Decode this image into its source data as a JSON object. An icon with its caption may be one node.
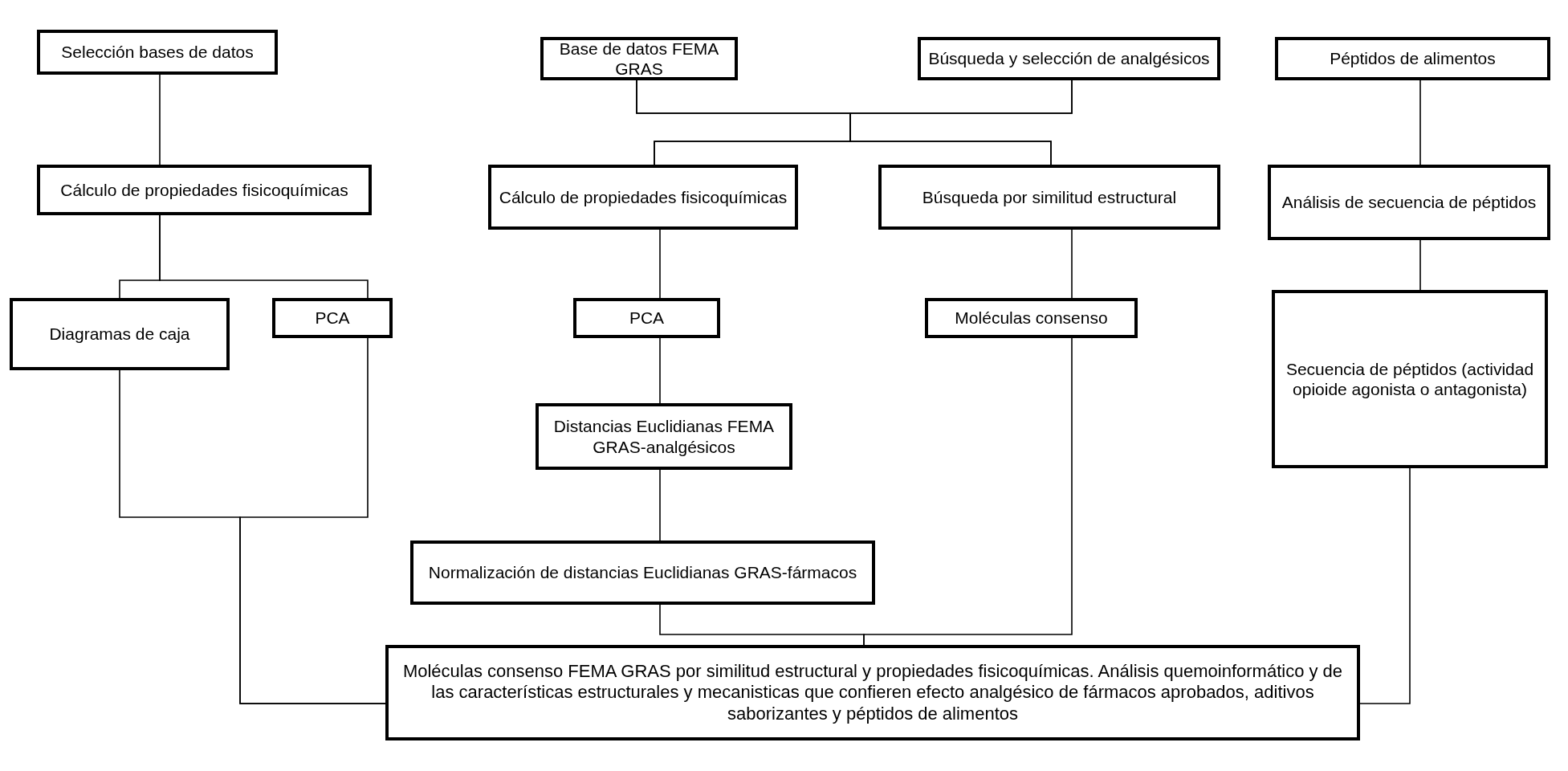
{
  "diagram": {
    "nodes": [
      {
        "text": [
          "Selección bases de datos"
        ]
      },
      {
        "text": [
          "Base de datos FEMA GRAS"
        ]
      },
      {
        "text": [
          "Búsqueda y selección de analgésicos"
        ]
      },
      {
        "text": [
          "Péptidos de alimentos"
        ]
      },
      {
        "text": [
          "Cálculo de propiedades fisicoquímicas"
        ]
      },
      {
        "text": [
          "Cálculo de propiedades fisicoquímicas"
        ]
      },
      {
        "text": [
          "Búsqueda por similitud estructural"
        ]
      },
      {
        "text": [
          "Análisis de secuencia de péptidos"
        ]
      },
      {
        "text": [
          "Diagramas de caja"
        ]
      },
      {
        "text": [
          "PCA"
        ]
      },
      {
        "text": [
          "PCA"
        ]
      },
      {
        "text": [
          "Moléculas consenso"
        ]
      },
      {
        "text": [
          "Secuencia de péptidos (actividad opioide agonista o antagonista)"
        ]
      },
      {
        "text": [
          "Distancias Euclidianas FEMA GRAS-analgésicos"
        ]
      },
      {
        "text": [
          "Normalización de distancias Euclidianas GRAS-fármacos"
        ]
      },
      {
        "text": [
          "Moléculas consenso FEMA GRAS por similitud estructural y propiedades fisicoquímicas. Análisis quemoinformático y de las características estructurales y mecanisticas que confieren efecto analgésico de fármacos aprobados, aditivos saborizantes y péptidos de alimentos"
        ]
      }
    ],
    "edges": [
      {
        "from": 0,
        "to": 4,
        "arrow": "none"
      },
      {
        "from": 4,
        "to": 8,
        "arrow": "none"
      },
      {
        "from": 4,
        "to": 9,
        "arrow": "none"
      },
      {
        "from": 8,
        "to": 15,
        "arrow": "none"
      },
      {
        "from": 9,
        "to": 15,
        "arrow": "none"
      },
      {
        "from": 1,
        "to": 5,
        "arrow": "none"
      },
      {
        "from": 1,
        "to": 6,
        "arrow": "none"
      },
      {
        "from": 2,
        "to": 5,
        "arrow": "none"
      },
      {
        "from": 2,
        "to": 6,
        "arrow": "none"
      },
      {
        "from": 5,
        "to": 10,
        "arrow": "none"
      },
      {
        "from": 10,
        "to": 13,
        "arrow": "none"
      },
      {
        "from": 13,
        "to": 14,
        "arrow": "none"
      },
      {
        "from": 14,
        "to": 15,
        "arrow": "none"
      },
      {
        "from": 6,
        "to": 11,
        "arrow": "none"
      },
      {
        "from": 11,
        "to": 15,
        "arrow": "none"
      },
      {
        "from": 3,
        "to": 7,
        "arrow": "none"
      },
      {
        "from": 7,
        "to": 12,
        "arrow": "none"
      },
      {
        "from": 12,
        "to": 15,
        "arrow": "none"
      }
    ]
  }
}
